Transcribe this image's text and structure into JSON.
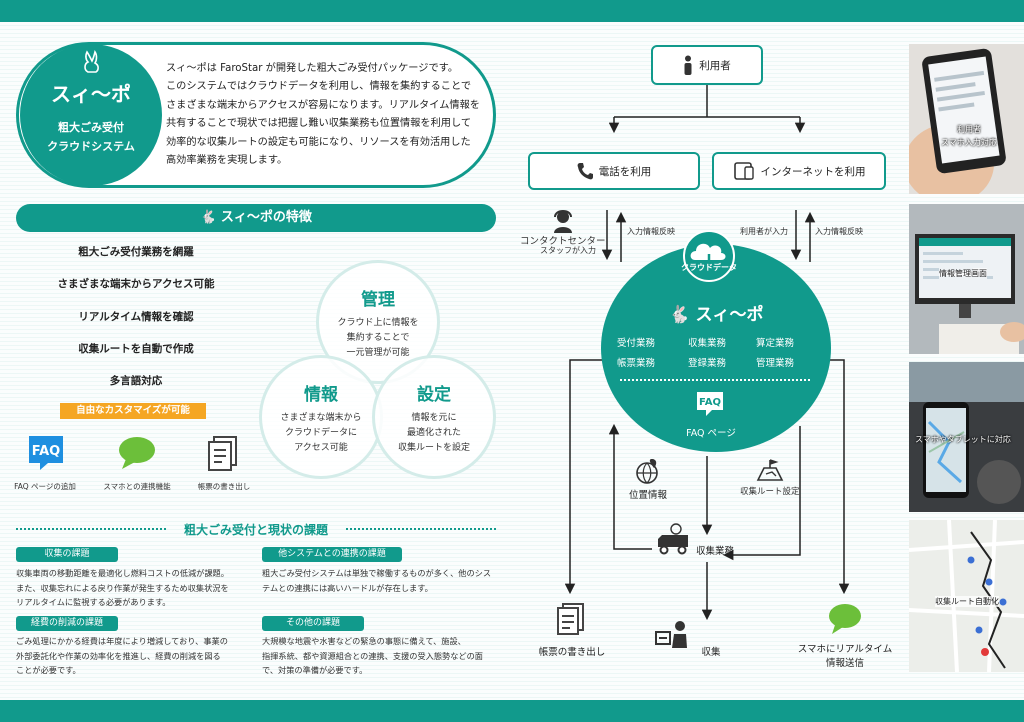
{
  "header": {
    "logo_name": "スィ〜ポ",
    "logo_sub1": "粗大ごみ受付",
    "logo_sub2": "クラウドシステム",
    "intro_lines": [
      "スィ〜ポは FaroStar が開発した粗大ごみ受付パッケージです。",
      "このシステムではクラウドデータを利用し、情報を集約することで",
      "さまざまな端末からアクセスが容易になります。リアルタイム情報を",
      "共有することで現状では把握し難い収集業務も位置情報を利用して",
      "効率的な収集ルートの設定も可能になり、リソースを有効活用した",
      "高効率業務を実現します。"
    ]
  },
  "features": {
    "title": "スィ〜ポの特徴",
    "items": [
      "粗大ごみ受付業務を網羅",
      "さまざまな端末からアクセス可能",
      "リアルタイム情報を確認",
      "収集ルートを自動で作成",
      "多言語対応"
    ],
    "custom_badge": "自由なカスタマイズが可能",
    "icons": [
      {
        "icon": "faq-icon",
        "label": "FAQ ページの追加",
        "text": "FAQ"
      },
      {
        "icon": "chat-bubble-icon",
        "label": "スマホとの連携機能"
      },
      {
        "icon": "document-icon",
        "label": "帳票の書き出し"
      }
    ],
    "venn": [
      {
        "title": "管理",
        "lines": [
          "クラウド上に情報を",
          "集約することで",
          "一元管理が可能"
        ]
      },
      {
        "title": "情報",
        "lines": [
          "さまざまな端末から",
          "クラウドデータに",
          "アクセス可能"
        ]
      },
      {
        "title": "設定",
        "lines": [
          "情報を元に",
          "最適化された",
          "収集ルートを設定"
        ]
      }
    ]
  },
  "issues": {
    "title": "粗大ごみ受付と現状の課題",
    "blocks": [
      {
        "label": "収集の課題",
        "lines": [
          "収集車両の移動距離を最適化し燃料コストの低減が課題。",
          "また、収集忘れによる戻り作業が発生するため収集状況を",
          "リアルタイムに監視する必要があります。"
        ]
      },
      {
        "label": "他システムとの連携の課題",
        "lines": [
          "粗大ごみ受付システムは単独で稼働するものが多く、他のシス",
          "テムとの連携には高いハードルが存在します。"
        ]
      },
      {
        "label": "経費の削減の課題",
        "lines": [
          "ごみ処理にかかる経費は年度により増減しており、事業の",
          "外部委託化や作業の効率化を推進し、経費の削減を図る",
          "ことが必要です。"
        ]
      },
      {
        "label": "その他の課題",
        "lines": [
          "大規模な地震や水害などの緊急の事態に備えて、施設、",
          "指揮系統、都や資源組合との連携、支援の受入態勢などの面",
          "で、対策の準備が必要です。"
        ]
      }
    ]
  },
  "flow": {
    "user": "利用者",
    "phone": "電話を利用",
    "internet": "インターネットを利用",
    "contact_center": "コンタクトセンター",
    "staff_input": "スタッフが入力",
    "input_reflect_left": "入力情報反映",
    "user_input": "利用者が入力",
    "input_reflect_right": "入力情報反映",
    "cloud_label": "クラウドデータ",
    "center_name": "スィ〜ポ",
    "tasks": [
      "受付業務",
      "収集業務",
      "算定業務",
      "帳票業務",
      "登録業務",
      "管理業務"
    ],
    "faq_text": "FAQ",
    "faq_page": "FAQ ページ",
    "location": "位置情報",
    "route_setting": "収集ルート設定",
    "collection_work": "収集業務",
    "report_output": "帳票の書き出し",
    "collection": "収集",
    "realtime1": "スマホにリアルタイム",
    "realtime2": "情報送信"
  },
  "photos": [
    {
      "caption1": "利用者",
      "caption2": "スマホ入力対応"
    },
    {
      "caption1": "情報管理画面"
    },
    {
      "caption1": "スマホやタブレットに対応"
    },
    {
      "caption1": "収集ルート自動化"
    }
  ],
  "colors": {
    "teal": "#119a8c",
    "orange": "#f5a623",
    "faq_blue": "#1f8fe0",
    "chat_green": "#6cbf3a"
  }
}
